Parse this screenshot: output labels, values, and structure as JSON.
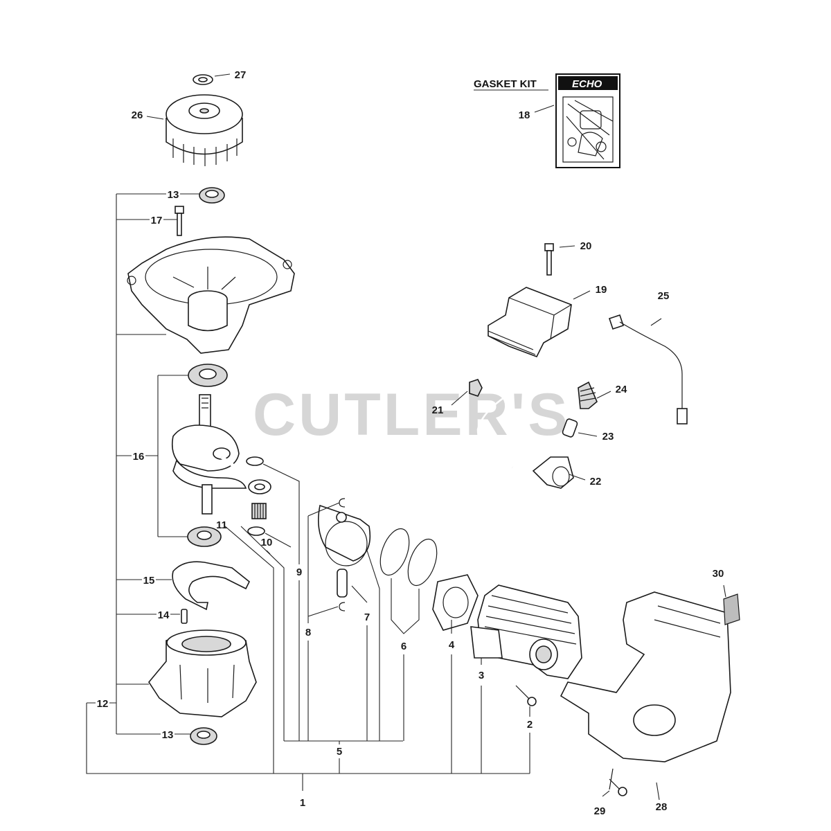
{
  "watermark": "CUTLER'S",
  "gasket_kit": {
    "title": "GASKET KIT",
    "brand_logo": "ECHO"
  },
  "labels": {
    "l1": "1",
    "l2": "2",
    "l3": "3",
    "l4": "4",
    "l5": "5",
    "l6": "6",
    "l7": "7",
    "l8": "8",
    "l9": "9",
    "l10": "10",
    "l11": "11",
    "l12": "12",
    "l13a": "13",
    "l13b": "13",
    "l14": "14",
    "l15": "15",
    "l16": "16",
    "l17": "17",
    "l18": "18",
    "l19": "19",
    "l20": "20",
    "l21": "21",
    "l22": "22",
    "l23": "23",
    "l24": "24",
    "l25": "25",
    "l26": "26",
    "l27": "27",
    "l28": "28",
    "l29": "29",
    "l30": "30"
  }
}
